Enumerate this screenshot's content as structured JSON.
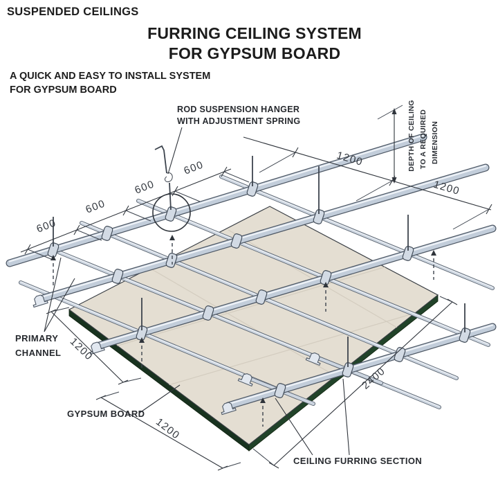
{
  "header": {
    "eyebrow": "SUSPENDED CEILINGS",
    "title_line1": "FURRING CEILING SYSTEM",
    "title_line2": "FOR GYPSUM BOARD",
    "subtitle_line1": "A QUICK AND EASY TO INSTALL SYSTEM",
    "subtitle_line2": "FOR GYPSUM BOARD"
  },
  "callouts": {
    "rod_hanger": {
      "line1": "ROD SUSPENSION HANGER",
      "line2": "WITH ADJUSTMENT SPRING"
    },
    "depth": {
      "line1": "DEPTH OF CEILING",
      "line2": "TO A REQUIRED",
      "line3": "DIMENSION"
    },
    "primary_channel": {
      "line1": "PRIMARY",
      "line2": "CHANNEL"
    },
    "gypsum_board": "GYPSUM BOARD",
    "ceiling_furring_section": "CEILING FURRING SECTION"
  },
  "dimensions": {
    "furring_spacing": [
      "600",
      "600",
      "600",
      "600"
    ],
    "primary_channel_spacing": [
      "1200",
      "1200"
    ],
    "board_side": [
      "1200",
      "1200"
    ],
    "board_length": "2400"
  },
  "colors": {
    "background": "#ffffff",
    "ink": "#2f343b",
    "steel_light": "#c6d0dc",
    "steel_dark": "#4e5865",
    "board_face": "#e4ded2",
    "board_edge_green": "#1c3527",
    "seam": "#d3ccbf"
  }
}
